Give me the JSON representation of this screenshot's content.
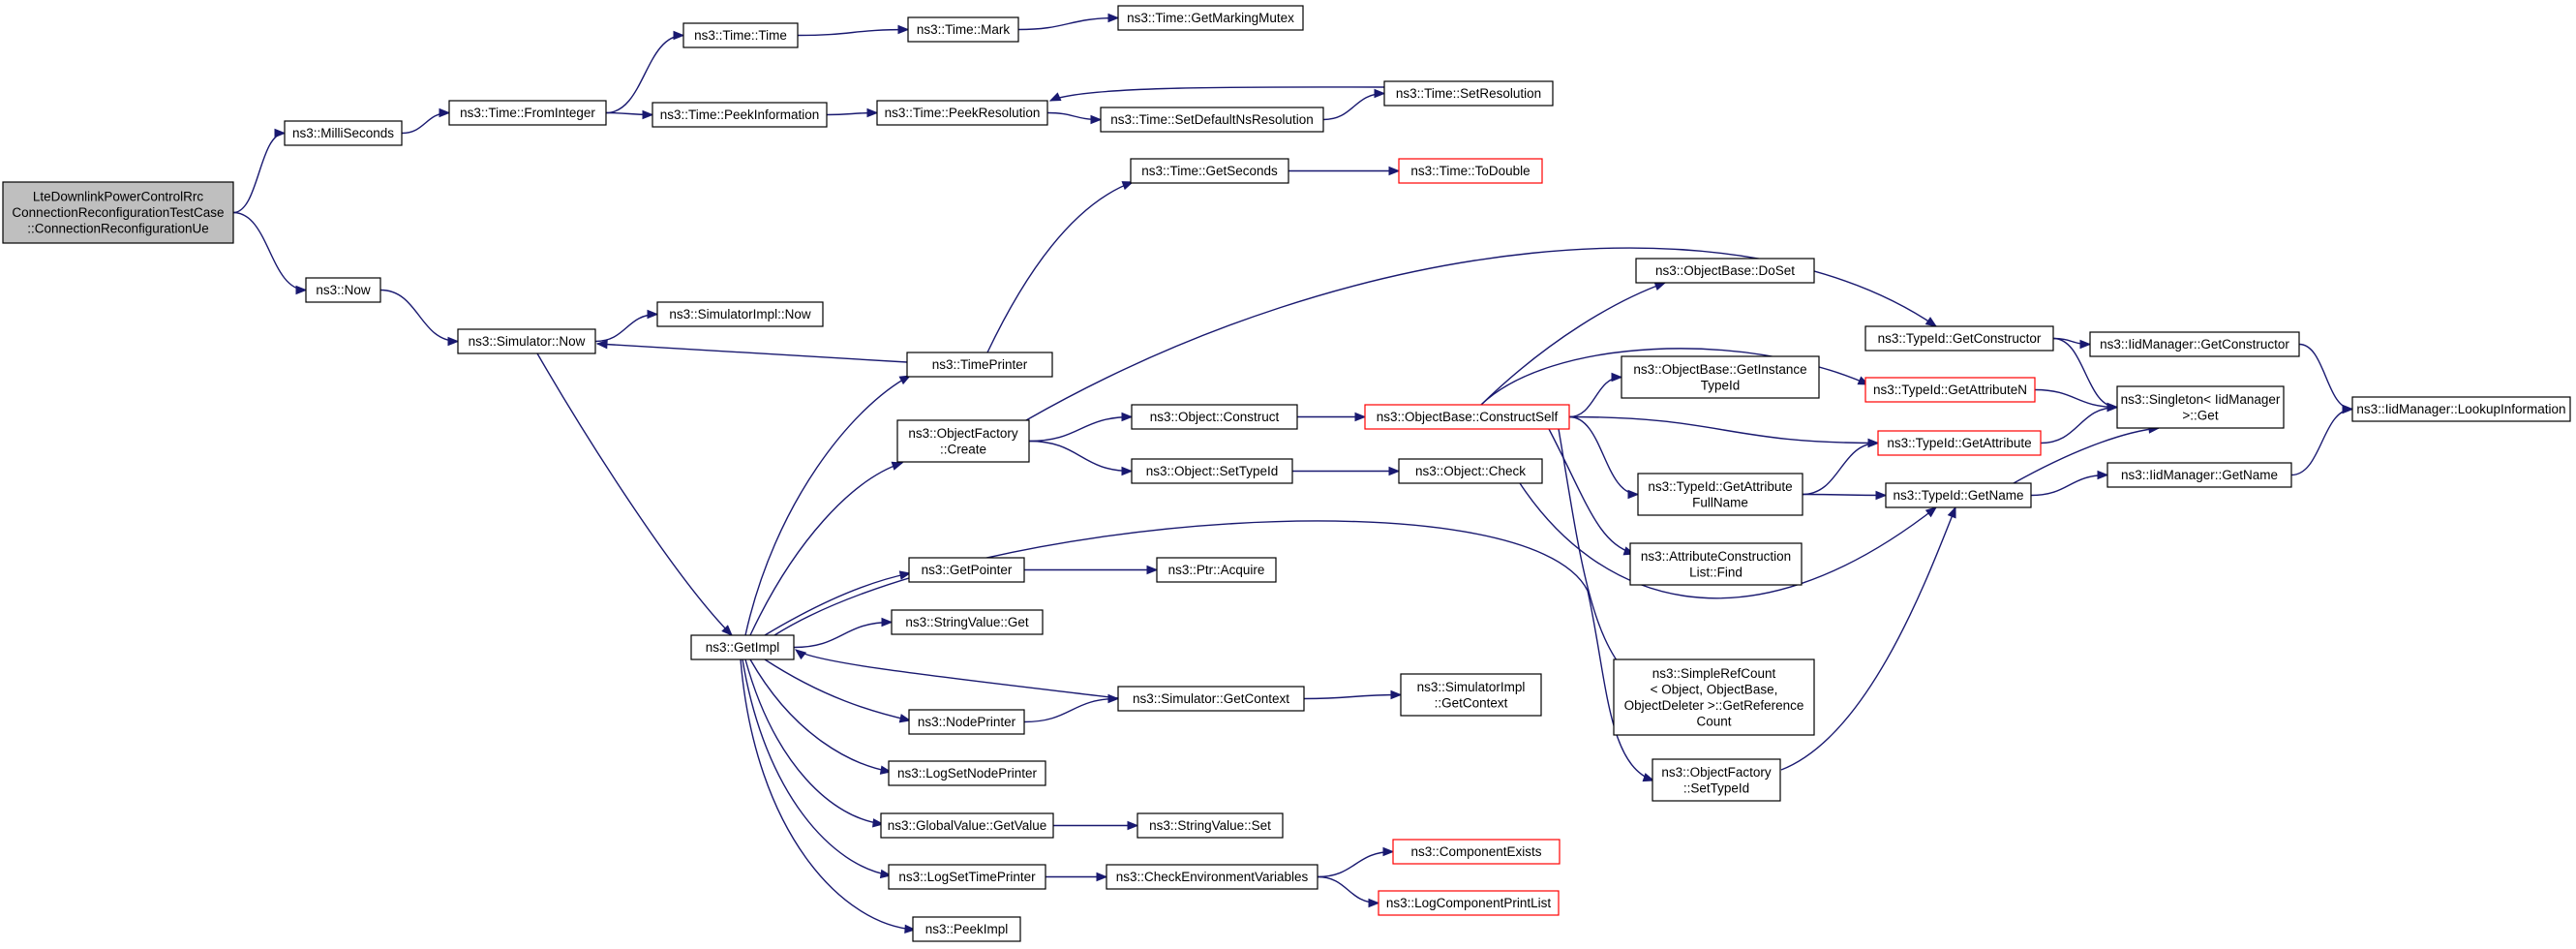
{
  "colors": {
    "edge": "#191970",
    "node_border": "#000000",
    "node_border_truncated": "#ff0000",
    "root_fill": "#bfbfbf"
  },
  "nodes": [
    {
      "id": "root",
      "lines": [
        "LteDownlinkPowerControlRrc",
        "ConnectionReconfigurationTestCase",
        "::ConnectionReconfigurationUe"
      ],
      "style": "root"
    },
    {
      "id": "milli",
      "lines": [
        "ns3::MilliSeconds"
      ]
    },
    {
      "id": "now",
      "lines": [
        "ns3::Now"
      ]
    },
    {
      "id": "fromint",
      "lines": [
        "ns3::Time::FromInteger"
      ]
    },
    {
      "id": "timetime",
      "lines": [
        "ns3::Time::Time"
      ]
    },
    {
      "id": "mark",
      "lines": [
        "ns3::Time::Mark"
      ]
    },
    {
      "id": "getmarking",
      "lines": [
        "ns3::Time::GetMarkingMutex"
      ]
    },
    {
      "id": "peekinfo",
      "lines": [
        "ns3::Time::PeekInformation"
      ]
    },
    {
      "id": "peekres",
      "lines": [
        "ns3::Time::PeekResolution"
      ]
    },
    {
      "id": "setdefault",
      "lines": [
        "ns3::Time::SetDefaultNsResolution"
      ]
    },
    {
      "id": "setres",
      "lines": [
        "ns3::Time::SetResolution"
      ]
    },
    {
      "id": "getsec",
      "lines": [
        "ns3::Time::GetSeconds"
      ]
    },
    {
      "id": "todouble",
      "lines": [
        "ns3::Time::ToDouble"
      ],
      "style": "red"
    },
    {
      "id": "simnow",
      "lines": [
        "ns3::Simulator::Now"
      ]
    },
    {
      "id": "simimplnow",
      "lines": [
        "ns3::SimulatorImpl::Now"
      ]
    },
    {
      "id": "timeprinter",
      "lines": [
        "ns3::TimePrinter"
      ]
    },
    {
      "id": "objfactcreate",
      "lines": [
        "ns3::ObjectFactory",
        "::Create"
      ]
    },
    {
      "id": "objconstruct",
      "lines": [
        "ns3::Object::Construct"
      ]
    },
    {
      "id": "objsettypeid",
      "lines": [
        "ns3::Object::SetTypeId"
      ]
    },
    {
      "id": "constructself",
      "lines": [
        "ns3::ObjectBase::ConstructSelf"
      ],
      "style": "red"
    },
    {
      "id": "doset",
      "lines": [
        "ns3::ObjectBase::DoSet"
      ]
    },
    {
      "id": "getinsttypeid",
      "lines": [
        "ns3::ObjectBase::GetInstance",
        "TypeId"
      ]
    },
    {
      "id": "objcheck",
      "lines": [
        "ns3::Object::Check"
      ]
    },
    {
      "id": "typeidgetctor",
      "lines": [
        "ns3::TypeId::GetConstructor"
      ]
    },
    {
      "id": "typeidgetattrn",
      "lines": [
        "ns3::TypeId::GetAttributeN"
      ],
      "style": "red"
    },
    {
      "id": "typeidgetattr",
      "lines": [
        "ns3::TypeId::GetAttribute"
      ],
      "style": "red"
    },
    {
      "id": "typeidgetattrfull",
      "lines": [
        "ns3::TypeId::GetAttribute",
        "FullName"
      ]
    },
    {
      "id": "attrconsfind",
      "lines": [
        "ns3::AttributeConstruction",
        "List::Find"
      ]
    },
    {
      "id": "typeidgetname",
      "lines": [
        "ns3::TypeId::GetName"
      ]
    },
    {
      "id": "iidgetctor",
      "lines": [
        "ns3::IidManager::GetConstructor"
      ]
    },
    {
      "id": "singleton",
      "lines": [
        "ns3::Singleton< IidManager",
        " >::Get"
      ]
    },
    {
      "id": "iidgetname",
      "lines": [
        "ns3::IidManager::GetName"
      ]
    },
    {
      "id": "iidlookup",
      "lines": [
        "ns3::IidManager::LookupInformation"
      ]
    },
    {
      "id": "simplerefcount",
      "lines": [
        "ns3::SimpleRefCount",
        "< Object, ObjectBase,",
        "ObjectDeleter >::GetReference",
        "Count"
      ]
    },
    {
      "id": "objfactsettypeid",
      "lines": [
        "ns3::ObjectFactory",
        "::SetTypeId"
      ]
    },
    {
      "id": "getimpl",
      "lines": [
        "ns3::GetImpl"
      ]
    },
    {
      "id": "getpointer",
      "lines": [
        "ns3::GetPointer"
      ]
    },
    {
      "id": "ptracquire",
      "lines": [
        "ns3::Ptr::Acquire"
      ]
    },
    {
      "id": "stringvalueget",
      "lines": [
        "ns3::StringValue::Get"
      ]
    },
    {
      "id": "nodeprinter",
      "lines": [
        "ns3::NodePrinter"
      ]
    },
    {
      "id": "simgetcontext",
      "lines": [
        "ns3::Simulator::GetContext"
      ]
    },
    {
      "id": "simimplgetcontext",
      "lines": [
        "ns3::SimulatorImpl",
        "::GetContext"
      ]
    },
    {
      "id": "logsetnodeprinter",
      "lines": [
        "ns3::LogSetNodePrinter"
      ]
    },
    {
      "id": "globalvalueget",
      "lines": [
        "ns3::GlobalValue::GetValue"
      ]
    },
    {
      "id": "stringvalueset",
      "lines": [
        "ns3::StringValue::Set"
      ]
    },
    {
      "id": "logsettimeprinter",
      "lines": [
        "ns3::LogSetTimePrinter"
      ]
    },
    {
      "id": "checkenv",
      "lines": [
        "ns3::CheckEnvironmentVariables"
      ]
    },
    {
      "id": "compexists",
      "lines": [
        "ns3::ComponentExists"
      ],
      "style": "red"
    },
    {
      "id": "logcompprint",
      "lines": [
        "ns3::LogComponentPrintList"
      ],
      "style": "red"
    },
    {
      "id": "peekimpl",
      "lines": [
        "ns3::PeekImpl"
      ]
    }
  ],
  "edges": [
    [
      "root",
      "milli"
    ],
    [
      "root",
      "now"
    ],
    [
      "milli",
      "fromint"
    ],
    [
      "fromint",
      "timetime"
    ],
    [
      "fromint",
      "peekinfo"
    ],
    [
      "timetime",
      "mark"
    ],
    [
      "mark",
      "getmarking"
    ],
    [
      "peekinfo",
      "peekres"
    ],
    [
      "peekres",
      "setdefault"
    ],
    [
      "setdefault",
      "setres"
    ],
    [
      "setres",
      "peekres"
    ],
    [
      "now",
      "simnow"
    ],
    [
      "simnow",
      "simimplnow"
    ],
    [
      "simnow",
      "getimpl"
    ],
    [
      "timeprinter",
      "simnow"
    ],
    [
      "timeprinter",
      "getsec"
    ],
    [
      "getsec",
      "todouble"
    ],
    [
      "getimpl",
      "timeprinter"
    ],
    [
      "getimpl",
      "objfactcreate"
    ],
    [
      "getimpl",
      "getpointer"
    ],
    [
      "getimpl",
      "stringvalueget"
    ],
    [
      "getimpl",
      "nodeprinter"
    ],
    [
      "getimpl",
      "logsetnodeprinter"
    ],
    [
      "getimpl",
      "globalvalueget"
    ],
    [
      "getimpl",
      "logsettimeprinter"
    ],
    [
      "getimpl",
      "peekimpl"
    ],
    [
      "getimpl",
      "objfactsettypeid"
    ],
    [
      "simgetcontext",
      "getimpl"
    ],
    [
      "objfactcreate",
      "typeidgetctor"
    ],
    [
      "objfactcreate",
      "objconstruct"
    ],
    [
      "objfactcreate",
      "objsettypeid"
    ],
    [
      "objconstruct",
      "constructself"
    ],
    [
      "objsettypeid",
      "objcheck"
    ],
    [
      "constructself",
      "doset"
    ],
    [
      "constructself",
      "getinsttypeid"
    ],
    [
      "constructself",
      "typeidgetattrn"
    ],
    [
      "constructself",
      "typeidgetattr"
    ],
    [
      "constructself",
      "typeidgetattrfull"
    ],
    [
      "constructself",
      "attrconsfind"
    ],
    [
      "constructself",
      "simplerefcount"
    ],
    [
      "objcheck",
      "typeidgetname"
    ],
    [
      "typeidgetctor",
      "iidgetctor"
    ],
    [
      "typeidgetctor",
      "singleton"
    ],
    [
      "iidgetctor",
      "iidlookup"
    ],
    [
      "typeidgetattrn",
      "singleton"
    ],
    [
      "typeidgetattr",
      "singleton"
    ],
    [
      "typeidgetattrfull",
      "typeidgetattr"
    ],
    [
      "typeidgetattrfull",
      "typeidgetname"
    ],
    [
      "typeidgetname",
      "singleton"
    ],
    [
      "typeidgetname",
      "iidgetname"
    ],
    [
      "iidgetname",
      "iidlookup"
    ],
    [
      "objfactsettypeid",
      "typeidgetname"
    ],
    [
      "getpointer",
      "ptracquire"
    ],
    [
      "nodeprinter",
      "simgetcontext"
    ],
    [
      "simgetcontext",
      "simimplgetcontext"
    ],
    [
      "globalvalueget",
      "stringvalueset"
    ],
    [
      "logsettimeprinter",
      "checkenv"
    ],
    [
      "checkenv",
      "compexists"
    ],
    [
      "checkenv",
      "logcompprint"
    ]
  ]
}
